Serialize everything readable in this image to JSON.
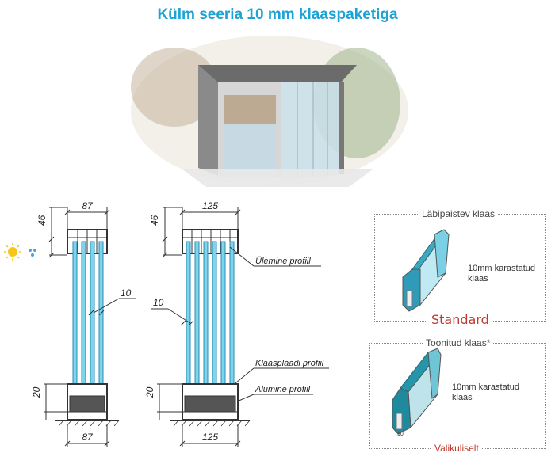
{
  "title": "Külm seeria 10 mm klaaspaketiga",
  "left_drawing": {
    "top_width": "87",
    "bottom_width": "87",
    "top_height": "46",
    "bottom_height": "20",
    "glass_thickness": "10"
  },
  "right_drawing": {
    "top_width": "125",
    "bottom_width": "125",
    "top_height": "46",
    "bottom_height": "20",
    "glass_thickness": "10",
    "label_top_profile": "Ülemine profiil",
    "label_glass_profile": "Klaasplaadi profiil",
    "label_bottom_profile": "Alumine profiil"
  },
  "panel_clear": {
    "title": "Läbipaistev klaas",
    "desc_line1": "10mm karastatud",
    "desc_line2": "klaas",
    "badge": "Standard"
  },
  "panel_tinted": {
    "title": "Toonitud klaas*",
    "desc_line1": "10mm karastatud",
    "desc_line2": "klaas",
    "small_label": "10",
    "badge": "Valikuliselt"
  },
  "colors": {
    "title": "#1aa3d4",
    "glass": "#7fd3ea",
    "frame": "#333333",
    "accent_red": "#c0392b"
  }
}
